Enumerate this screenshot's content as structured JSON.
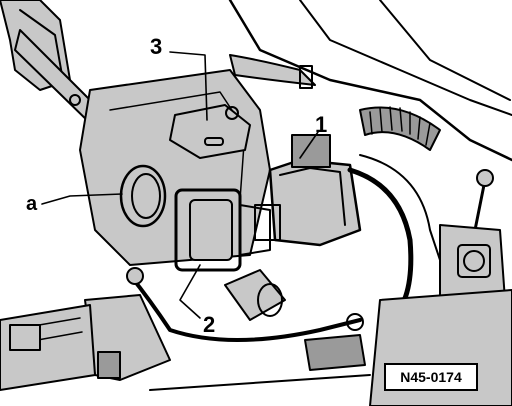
{
  "diagram": {
    "callouts": {
      "one": "1",
      "two": "2",
      "three": "3",
      "a": "a"
    },
    "reference_code": "N45-0174",
    "colors": {
      "ink": "#000000",
      "shade": "#c8c8c8",
      "dark_shade": "#9a9a9a",
      "paper": "#ffffff"
    }
  }
}
